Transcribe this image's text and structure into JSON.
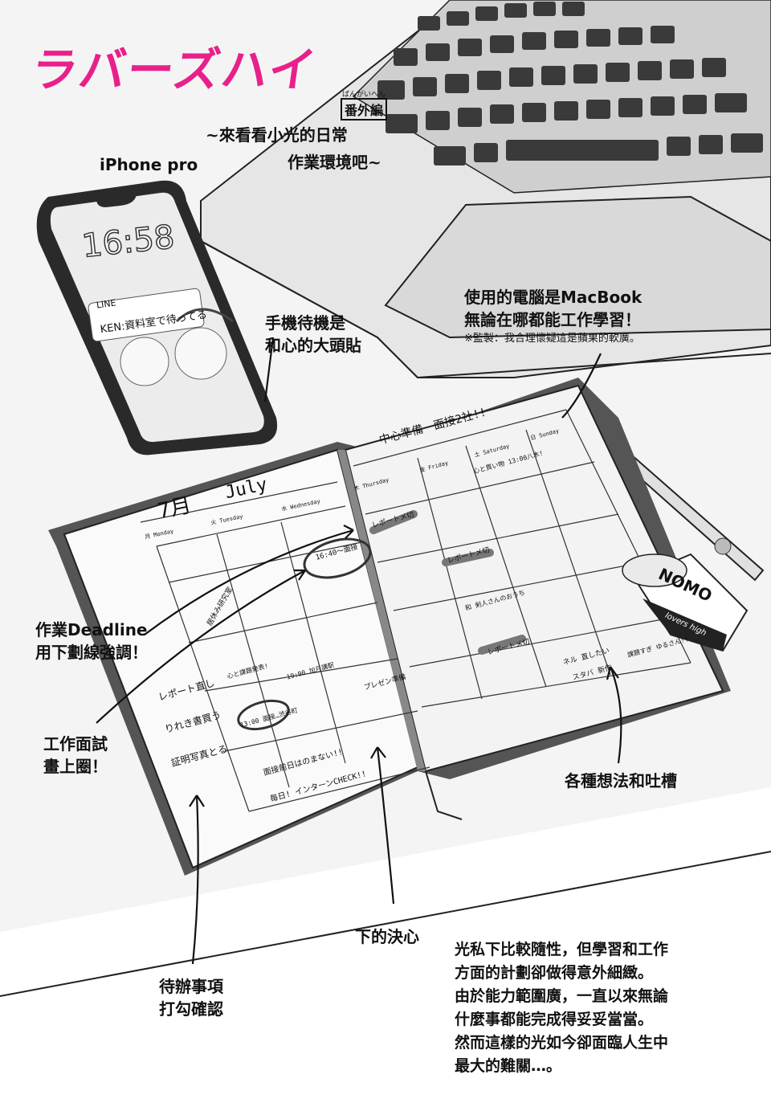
{
  "title": {
    "logo": "ラバーズハイ",
    "ruby": "ばんがいへん",
    "badge": "番外編",
    "subtitle_line1": "~來看看小光的日常",
    "subtitle_line2": "作業環境吧~"
  },
  "phone": {
    "label": "iPhone pro",
    "time": "16:58",
    "notif_app": "LINE",
    "notif_message": "KEN:資料室で待ってる"
  },
  "annotations": {
    "macbook": [
      "使用的電腦是MacBook",
      "無論在哪都能工作學習！",
      "※監製：我合理懷疑這是蘋果的軟廣。"
    ],
    "wallpaper": [
      "手機待機是",
      "和心的大頭貼"
    ],
    "deadline": [
      "作業Deadline",
      "用下劃線強調！"
    ],
    "interview": [
      "工作面試",
      "畫上圈！"
    ],
    "todo": [
      "待辦事項",
      "打勾確認"
    ],
    "resolution": "下的決心",
    "thoughts": "各種想法和吐槽",
    "narration": [
      "光私下比較隨性，但學習和工作",
      "方面的計劃卻做得意外細緻。",
      "由於能力範圍廣，一直以來無論",
      "什麼事都能完成得妥妥當當。",
      "然而這樣的光如今卻面臨人生中",
      "最大的難關…。"
    ]
  },
  "planner": {
    "month": "7月",
    "month_en": "July",
    "days": [
      "月 Monday",
      "火 Tuesday",
      "水 Wednesday",
      "木 Thursday",
      "金 Friday",
      "土 Saturday",
      "日 Sunday"
    ],
    "header_note": "中心準備　面接2社!!",
    "entries": [
      "16:40〜面接",
      "レポートメ切",
      "レポートメ切",
      "居休み研究室",
      "心と買い物 13:00八木!",
      "和 剣人さんのおうち",
      "レポートメ切",
      "心と課題発表!",
      "19:00 加月講駅",
      "プレゼン準備",
      "13:00 面接…渋谷町",
      "ネル 直したい",
      "スタバ 新作",
      "課題すぎ ゆるさん!!"
    ],
    "todos": [
      "レポート直し",
      "りれき書買う",
      "証明写真とる"
    ],
    "resolutions": [
      "面接前日はのまない!!",
      "毎日! インターンCHECK!!"
    ]
  },
  "eraser": {
    "brand": "NOMO",
    "tagline": "lovers high"
  }
}
